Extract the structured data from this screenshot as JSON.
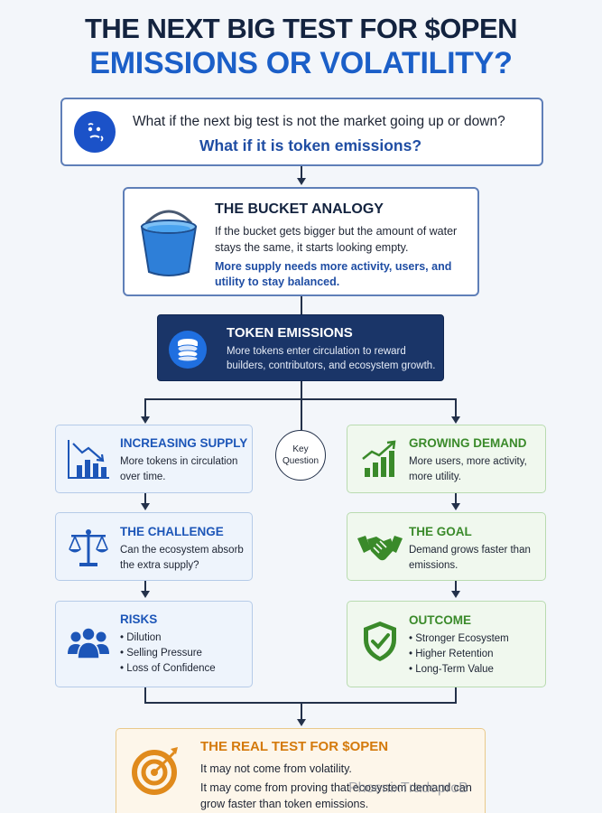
{
  "header": {
    "line1": "THE NEXT BIG TEST FOR $OPEN",
    "line2": "EMISSIONS OR VOLATILITY?"
  },
  "question": {
    "icon": "thinking-face-icon",
    "line1": "What if the next big test is not the market going up or down?",
    "line2": "What if it is token emissions?"
  },
  "bucket": {
    "icon": "bucket-icon",
    "title": "THE BUCKET ANALOGY",
    "text": "If the bucket gets bigger but the amount of water stays the same, it starts looking empty.",
    "note": "More supply needs more activity, users, and utility to stay balanced."
  },
  "emissions": {
    "icon": "coin-stack-icon",
    "title": "TOKEN EMISSIONS",
    "text": "More tokens enter circulation to reward builders, contributors, and ecosystem growth."
  },
  "key_question": {
    "line1": "Key",
    "line2": "Question"
  },
  "left": {
    "supply": {
      "icon": "declining-chart-icon",
      "title": "INCREASING SUPPLY",
      "text": "More tokens in circulation over time."
    },
    "challenge": {
      "icon": "scales-icon",
      "title": "THE CHALLENGE",
      "text": "Can the ecosystem absorb the extra supply?"
    },
    "risks": {
      "icon": "people-icon",
      "title": "RISKS",
      "items": [
        "• Dilution",
        "• Selling Pressure",
        "• Loss of Confidence"
      ]
    }
  },
  "right": {
    "demand": {
      "icon": "growth-chart-icon",
      "title": "GROWING DEMAND",
      "text": "More users, more activity, more utility."
    },
    "goal": {
      "icon": "handshake-icon",
      "title": "THE GOAL",
      "text": "Demand grows faster than emissions."
    },
    "outcome": {
      "icon": "shield-check-icon",
      "title": "OUTCOME",
      "items": [
        "• Stronger Ecosystem",
        "• Higher Retention",
        "• Long-Term Value"
      ]
    }
  },
  "final": {
    "icon": "target-icon",
    "title": "THE REAL TEST FOR $OPEN",
    "line1": "It may not come from volatility.",
    "line2": "It may come from proving that ecosystem demand can grow faster than token emissions."
  },
  "watermark": "PhoenixTradeproB",
  "colors": {
    "navy": "#13233f",
    "blue": "#1b5fc8",
    "green": "#3a8a2a",
    "orange": "#d47a0c",
    "emissions_bg": "#1a3568"
  }
}
